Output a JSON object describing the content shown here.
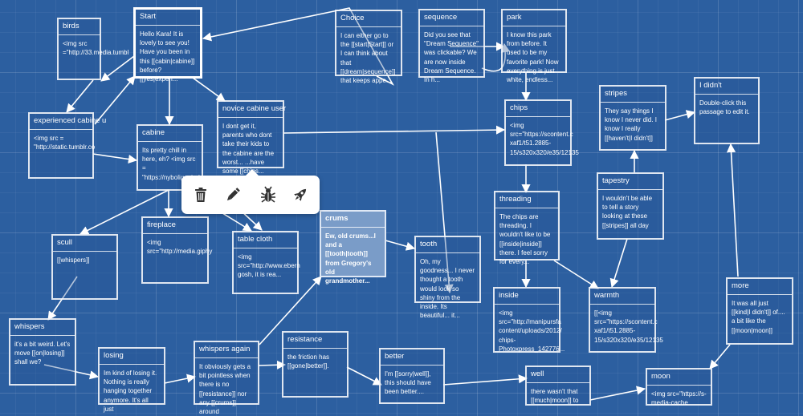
{
  "passages": [
    {
      "id": "birds",
      "title": "birds",
      "excerpt": "<img src\n=\"http://33.media.tumbl"
    },
    {
      "id": "start",
      "title": "Start",
      "excerpt": "Hello Kara! It is lovely to see you! Have you been in this [[cabin|cabine]] before? [[yes|experi..."
    },
    {
      "id": "choice",
      "title": "Choice",
      "excerpt": "I can either go to the [[start|Start]] or I can think about that [[dream|sequence]] that keeps appe..."
    },
    {
      "id": "sequence",
      "title": "sequence",
      "excerpt": "Did you see that \"Dream Sequence\" was clickable? We are now inside Dream Sequence. In h..."
    },
    {
      "id": "park",
      "title": "park",
      "excerpt": "I know this park from before. It used to be my favorite park! Now everything is just white, endless..."
    },
    {
      "id": "experienced",
      "title": "experienced cabine u",
      "excerpt": "<img src =\n\"http://static.tumblr.co"
    },
    {
      "id": "novice",
      "title": "novice cabine user",
      "excerpt": "I dont get it, parents who dont take their kids to the cabine are the worst... ...have some [[chips..."
    },
    {
      "id": "cabine",
      "title": "cabine",
      "excerpt": "Its pretty chill in here, eh? <img src =\n\"https://nybolig.mindw"
    },
    {
      "id": "chips",
      "title": "chips",
      "excerpt": "<img\nsrc=\"https://scontent.c\nxaf1/t51.2885-\n15/s320x320/e35/12135"
    },
    {
      "id": "stripes",
      "title": "stripes",
      "excerpt": "They say things I know I never did. I know I really [[haven't|I didn't]]"
    },
    {
      "id": "ididnt",
      "title": "I didn't",
      "excerpt": "Double-click this passage to edit it."
    },
    {
      "id": "threading",
      "title": "threading",
      "excerpt": "The chips are threading. I wouldn't like to be [[inside|inside]] there. I feel sorry for every..."
    },
    {
      "id": "tapestry",
      "title": "tapestry",
      "excerpt": "I wouldn't be able to tell a story looking at these [[stripes]] all day"
    },
    {
      "id": "scull",
      "title": "scull",
      "excerpt": "[[whispers]]"
    },
    {
      "id": "fireplace",
      "title": "fireplace",
      "excerpt": "<img\nsrc=\"http://media.giphy"
    },
    {
      "id": "tablecloth",
      "title": "table cloth",
      "excerpt": "<img\nsrc=\"http://www.ebern\ngosh, it is rea..."
    },
    {
      "id": "crums",
      "title": "crums",
      "excerpt": "Ew, old crums...I and a [[tooth|tooth]] from Gregory's old grandmother..."
    },
    {
      "id": "tooth",
      "title": "tooth",
      "excerpt": "Oh, my goodness... I never thought a tooth would look so shiny from the inside. Its beautiful... it..."
    },
    {
      "id": "inside",
      "title": "inside",
      "excerpt": "<img\nsrc=\"http://manipursfa\ncontent/uploads/2012/\nchips-\nPhotoxpress_142776..."
    },
    {
      "id": "warmth",
      "title": "warmth",
      "excerpt": "[[<img\nsrc=\"https://scontent.c\nxaf1/t51.2885-\n15/s320x320/e35/12135"
    },
    {
      "id": "more",
      "title": "more",
      "excerpt": "It was all just [[kind|I didn't]] of.... a bit like the [[moon|moon]]"
    },
    {
      "id": "whispers",
      "title": "whispers",
      "excerpt": "it's a bit weird. Let's move [[on|losing]] shall we?"
    },
    {
      "id": "losing",
      "title": "losing",
      "excerpt": "Im kind of losing it. Nothing is really hanging together anymore. It's all just"
    },
    {
      "id": "whispersagain",
      "title": "whispers again",
      "excerpt": "It obviously gets a bit pointless when there is no [[resistance]] nor any [[crums]] around"
    },
    {
      "id": "resistance",
      "title": "resistance",
      "excerpt": "the friction has [[gone|better]]."
    },
    {
      "id": "better",
      "title": "better",
      "excerpt": "I'm [[sorry|well]], this should have been better...."
    },
    {
      "id": "well",
      "title": "well",
      "excerpt": "there wasn't that [[much|moon]] to"
    },
    {
      "id": "moon",
      "title": "moon",
      "excerpt": "<img src=\"https://s-media-cache"
    }
  ],
  "toolbar": {
    "delete_icon": "trash-icon",
    "edit_icon": "pencil-icon",
    "test_icon": "bug-icon",
    "play_icon": "rocket-icon"
  }
}
